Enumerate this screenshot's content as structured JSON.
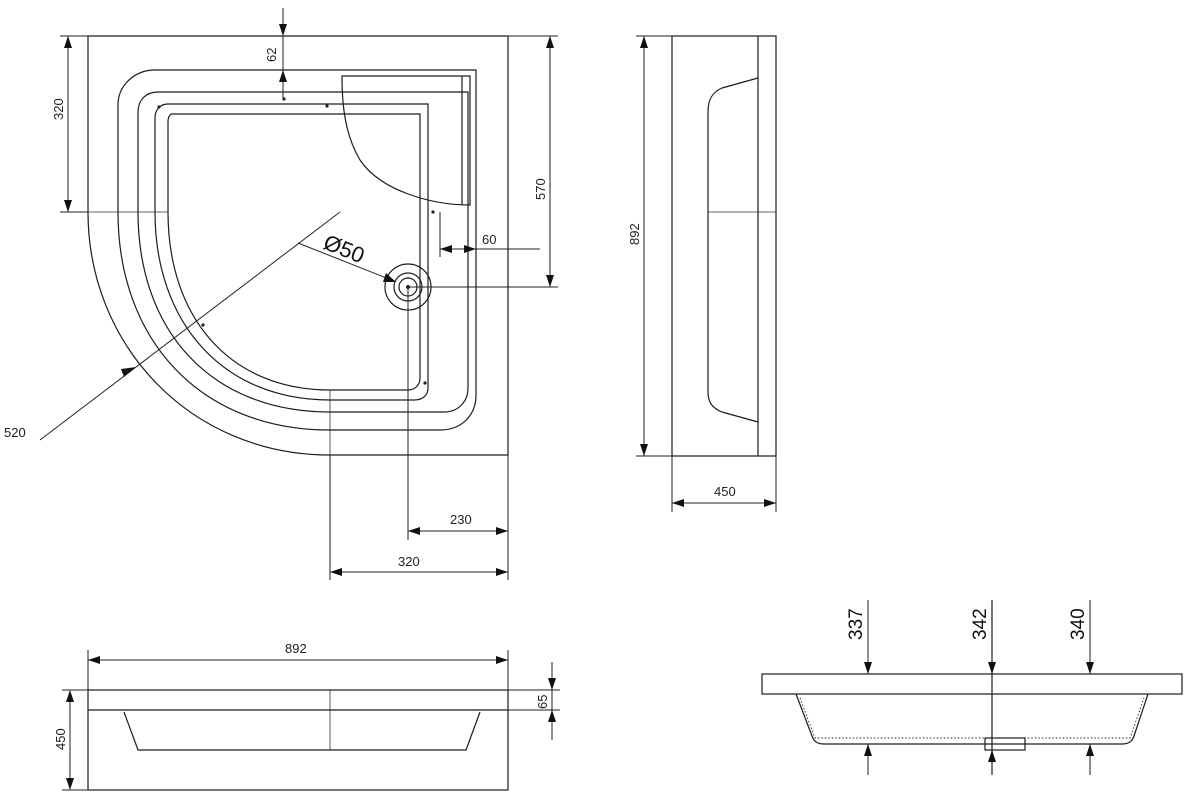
{
  "top_view": {
    "dim_top_62": "62",
    "dim_left_320": "320",
    "dim_right_570": "570",
    "dim_right_60": "60",
    "dim_drain_diameter": "Ø50",
    "dim_radius_520": "520",
    "dim_bottom_230": "230",
    "dim_bottom_320": "320"
  },
  "side_view_right": {
    "dim_height_892": "892",
    "dim_depth_450": "450"
  },
  "front_view_bottom": {
    "dim_width_892": "892",
    "dim_height_450": "450",
    "dim_rim_65": "65"
  },
  "section_view": {
    "dim_337": "337",
    "dim_342": "342",
    "dim_340": "340"
  }
}
